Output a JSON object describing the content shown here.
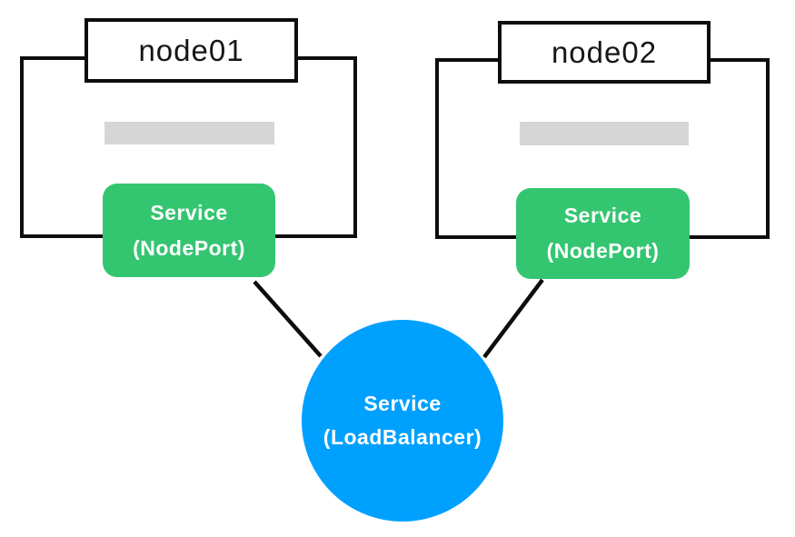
{
  "colors": {
    "canvas-bg": "#ffffff",
    "line": "#0d0d0d",
    "node-label-text": "#161616",
    "pod-bar": "#d6d6d6",
    "nodeport-bg": "#34c571",
    "lb-bg": "#00a0ff",
    "service-text": "#ffffff"
  },
  "nodes": [
    {
      "label": "node01",
      "service_line1": "Service",
      "service_line2": "(NodePort)"
    },
    {
      "label": "node02",
      "service_line1": "Service",
      "service_line2": "(NodePort)"
    }
  ],
  "load_balancer": {
    "line1": "Service",
    "line2": "(LoadBalancer)"
  }
}
